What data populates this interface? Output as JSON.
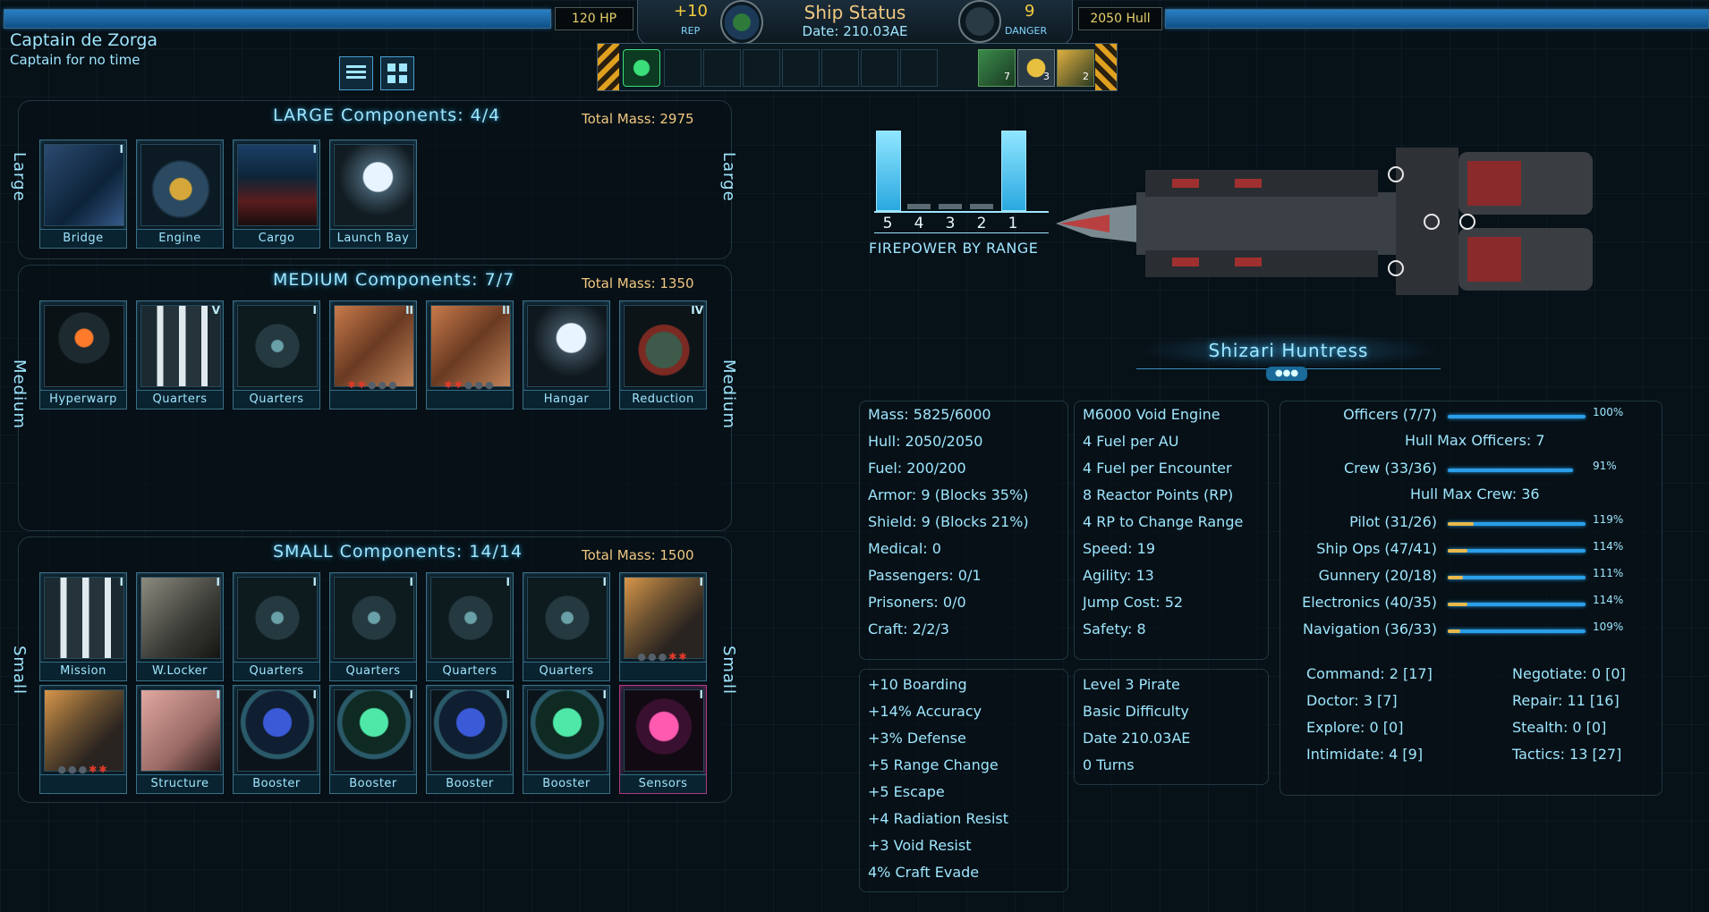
{
  "top": {
    "hp_text": "120 HP",
    "hull_text": "2050 Hull",
    "rep_value": "+10",
    "rep_label": "REP",
    "title": "Ship Status",
    "date": "Date: 210.03AE",
    "danger_value": "9",
    "danger_label": "DANGER",
    "badges": [
      {
        "count": "7"
      },
      {
        "count": "3"
      },
      {
        "count": "2"
      }
    ]
  },
  "captain": {
    "name": "Captain de Zorga",
    "subtitle": "Captain for no time"
  },
  "large": {
    "title": "LARGE Components: 4/4",
    "mass": "Total Mass: 2975",
    "side": "Large",
    "items": [
      {
        "label": "Bridge",
        "tier": "I"
      },
      {
        "label": "Engine",
        "tier": ""
      },
      {
        "label": "Cargo",
        "tier": "I"
      },
      {
        "label": "Launch Bay",
        "tier": ""
      }
    ]
  },
  "medium": {
    "title": "MEDIUM Components: 7/7",
    "mass": "Total Mass: 1350",
    "side": "Medium",
    "items": [
      {
        "label": "Hyperwarp",
        "tier": ""
      },
      {
        "label": "Quarters",
        "tier": "V"
      },
      {
        "label": "Quarters",
        "tier": "I"
      },
      {
        "label": "",
        "tier": "II"
      },
      {
        "label": "",
        "tier": "II"
      },
      {
        "label": "Hangar",
        "tier": ""
      },
      {
        "label": "Reduction",
        "tier": "IV"
      }
    ]
  },
  "small": {
    "title": "SMALL Components: 14/14",
    "mass": "Total Mass: 1500",
    "side": "Small",
    "row1": [
      {
        "label": "Mission",
        "tier": "I"
      },
      {
        "label": "W.Locker",
        "tier": "I"
      },
      {
        "label": "Quarters",
        "tier": "I"
      },
      {
        "label": "Quarters",
        "tier": "I"
      },
      {
        "label": "Quarters",
        "tier": "I"
      },
      {
        "label": "Quarters",
        "tier": "I"
      },
      {
        "label": "",
        "tier": "I"
      }
    ],
    "row2": [
      {
        "label": "",
        "tier": ""
      },
      {
        "label": "Structure",
        "tier": "I"
      },
      {
        "label": "Booster",
        "tier": "I"
      },
      {
        "label": "Booster",
        "tier": "I"
      },
      {
        "label": "Booster",
        "tier": "I"
      },
      {
        "label": "Booster",
        "tier": "I"
      },
      {
        "label": "Sensors",
        "tier": "I"
      }
    ]
  },
  "firepower": {
    "title": "FIREPOWER BY RANGE",
    "ranges": [
      "5",
      "4",
      "3",
      "2",
      "1"
    ],
    "levels": [
      1,
      0,
      0,
      0,
      1
    ]
  },
  "ship_name": "Shizari Huntress",
  "stats_col1": [
    "Mass: 5825/6000",
    "Hull: 2050/2050",
    "Fuel: 200/200",
    "Armor: 9 (Blocks 35%)",
    "Shield: 9 (Blocks 21%)",
    "Medical: 0",
    "Passengers: 0/1",
    "Prisoners: 0/0",
    "Craft: 2/2/3"
  ],
  "stats_col2": [
    "M6000 Void Engine",
    "4 Fuel per AU",
    "4 Fuel per Encounter",
    "8 Reactor Points (RP)",
    "4 RP to Change Range",
    "Speed: 19",
    "Agility: 13",
    "Jump Cost: 52",
    "Safety: 8"
  ],
  "bonuses": [
    "+10 Boarding",
    "+14% Accuracy",
    "+3% Defense",
    "+5 Range Change",
    "+5 Escape",
    "+4 Radiation Resist",
    "+3 Void Resist",
    "4% Craft Evade"
  ],
  "info": [
    "Level 3 Pirate",
    "Basic Difficulty",
    "Date 210.03AE",
    "0 Turns"
  ],
  "crew": {
    "officers": {
      "label": "Officers (7/7)",
      "pct": "100%",
      "fill": 1.0
    },
    "max_officers": "Hull Max Officers: 7",
    "crew": {
      "label": "Crew (33/36)",
      "pct": "91%",
      "fill": 0.91
    },
    "max_crew": "Hull Max Crew: 36",
    "roles": [
      {
        "label": "Pilot (31/26)",
        "pct": "119%",
        "yellow": 0.19
      },
      {
        "label": "Ship Ops (47/41)",
        "pct": "114%",
        "yellow": 0.14
      },
      {
        "label": "Gunnery (20/18)",
        "pct": "111%",
        "yellow": 0.11
      },
      {
        "label": "Electronics (40/35)",
        "pct": "114%",
        "yellow": 0.14
      },
      {
        "label": "Navigation (36/33)",
        "pct": "109%",
        "yellow": 0.09
      }
    ]
  },
  "skills_left": [
    "Command: 2 [17]",
    "Doctor: 3 [7]",
    "Explore: 0 [0]",
    "Intimidate: 4 [9]"
  ],
  "skills_right": [
    "Negotiate: 0 [0]",
    "Repair: 11 [16]",
    "Stealth: 0 [0]",
    "Tactics: 13 [27]"
  ],
  "colors": {
    "accent": "#9fe6ff",
    "bar": "#2a9ee8",
    "over": "#e8b84a",
    "mass": "#f1c882"
  }
}
